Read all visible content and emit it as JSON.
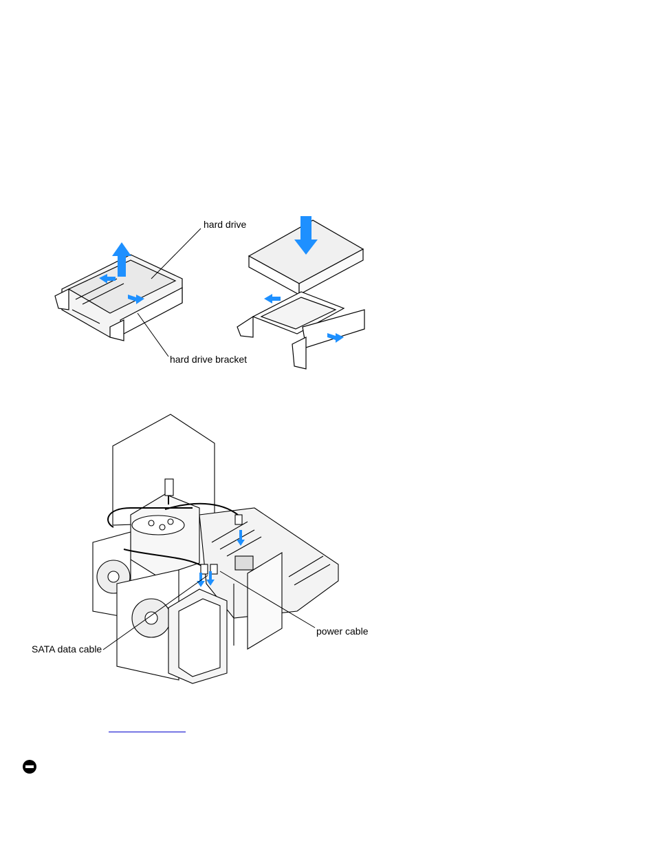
{
  "figure1": {
    "label_hard_drive": "hard drive",
    "label_bracket": "hard drive bracket"
  },
  "figure2": {
    "label_power_cable": "power cable",
    "label_sata_cable": "SATA data cable"
  },
  "link": {
    "text": ""
  },
  "icons": {
    "arrow_color": "#1e90ff",
    "notice": "notice-icon"
  }
}
